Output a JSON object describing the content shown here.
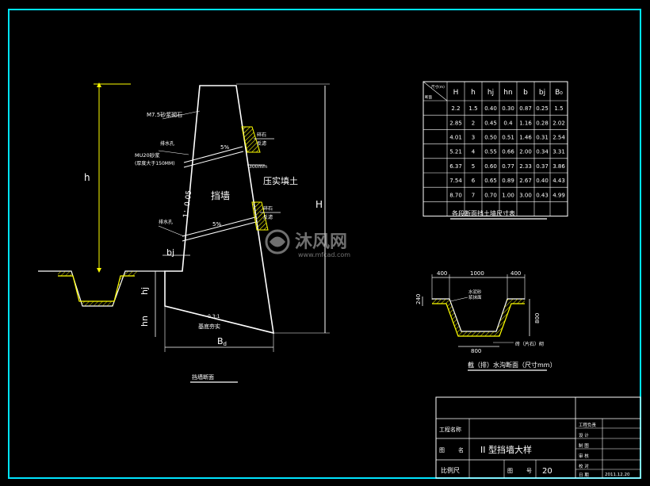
{
  "drawing": {
    "wall_labels": {
      "mortar": "M7.5砂浆砌石",
      "drain_pipe_top": "排水孔",
      "mu20": "MU20砂浆",
      "mu20_note": "(厚度大于150MM)",
      "drain_pipe_bottom": "排水孔",
      "slope_top": "5%",
      "slope_bottom": "5%",
      "gradient": "1：0.05",
      "wall_name": "挡墙",
      "backfill": "压实填土",
      "filter1_a": "碎石",
      "filter1_b": "反滤",
      "filter_thickness": "300mm",
      "filter2_a": "碎石",
      "filter2_b": "反滤",
      "base_slope": "0.3:1",
      "foundation": "基底夯实",
      "dim_h": "h",
      "dim_H": "H",
      "dim_bj": "bj",
      "dim_hj": "hj",
      "dim_hn": "hn",
      "dim_B": "B",
      "dim_B_sub": "d",
      "section_title": "挡墙断面"
    },
    "table": {
      "corner_top": "尺寸(m)",
      "corner_bottom": "断面",
      "headers": [
        "H",
        "h",
        "hj",
        "hn",
        "b",
        "bj",
        "B₀"
      ],
      "rows": [
        [
          "2.2",
          "1.5",
          "0.40",
          "0.30",
          "0.87",
          "0.25",
          "1.5"
        ],
        [
          "2.85",
          "2",
          "0.45",
          "0.4",
          "1.16",
          "0.28",
          "2.02"
        ],
        [
          "4.01",
          "3",
          "0.50",
          "0.51",
          "1.46",
          "0.31",
          "2.54"
        ],
        [
          "5.21",
          "4",
          "0.55",
          "0.66",
          "2.00",
          "0.34",
          "3.31"
        ],
        [
          "6.37",
          "5",
          "0.60",
          "0.77",
          "2.33",
          "0.37",
          "3.86"
        ],
        [
          "7.54",
          "6",
          "0.65",
          "0.89",
          "2.67",
          "0.40",
          "4.43"
        ],
        [
          "8.70",
          "7",
          "0.70",
          "1.00",
          "3.00",
          "0.43",
          "4.99"
        ],
        [
          "",
          "",
          "",
          "",
          "",
          "",
          ""
        ]
      ],
      "title": "各段断面挡土墙尺寸表"
    },
    "ditch": {
      "dim_left": "400",
      "dim_mid": "1000",
      "dim_right": "400",
      "dim_height_left": "240",
      "dim_height_right": "800",
      "dim_bottom": "800",
      "note1": "水泥砂",
      "note2": "浆抹面",
      "material": "砖（片石）砌",
      "title": "截（排）水沟断面（尺寸mm）"
    },
    "watermark": {
      "brand": "沐风网",
      "url": "www.mfcad.com"
    },
    "titleblock": {
      "project_label": "工程名称",
      "drawing_label_a": "图",
      "drawing_label_b": "名",
      "drawing_name": "II 型挡墙大样",
      "scale_label": "比例尺",
      "number_label_a": "图",
      "number_label_b": "号",
      "number_value": "20",
      "roles": [
        "工程负责",
        "设  计",
        "制  图",
        "审  核",
        "校  对",
        "日  期"
      ],
      "date": "2011.12.20"
    },
    "colors": {
      "frame": "#00e5ff",
      "yellow": "#ffff00",
      "white": "#ffffff"
    }
  }
}
